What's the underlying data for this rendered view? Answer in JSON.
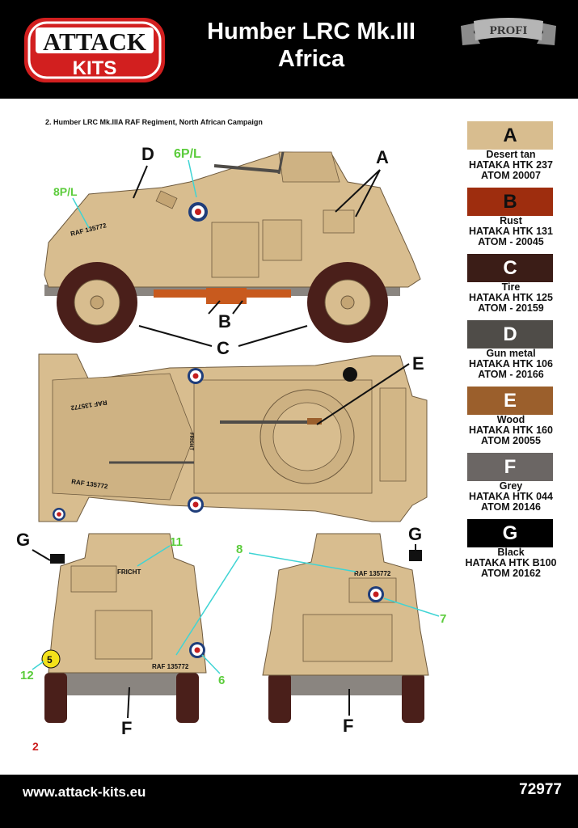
{
  "logo": {
    "top": "ATTACK",
    "bottom": "KITS"
  },
  "title": {
    "line1": "Humber LRC Mk.III",
    "line2": "Africa"
  },
  "badge": "PROFI",
  "subtitle": "2.  Humber LRC Mk.IIIA RAF Regiment, North African Campaign",
  "swatches": [
    {
      "letter": "A",
      "color": "#d8bd8f",
      "lines": [
        "Desert tan",
        "HATAKA HTK 237",
        "ATOM 20007"
      ]
    },
    {
      "letter": "B",
      "color": "#9e2d0e",
      "lines": [
        "Rust",
        "HATAKA HTK 131",
        "ATOM - 20045"
      ]
    },
    {
      "letter": "C",
      "color": "#3b1d17",
      "lines": [
        "Tire",
        "HATAKA HTK 125",
        "ATOM - 20159"
      ]
    },
    {
      "letter": "D",
      "color": "#4f4c48",
      "lines": [
        "Gun metal",
        "HATAKA HTK 106",
        "ATOM - 20166"
      ]
    },
    {
      "letter": "E",
      "color": "#9b5f2c",
      "lines": [
        "Wood",
        "HATAKA HTK 160",
        "ATOM 20055"
      ]
    },
    {
      "letter": "F",
      "color": "#6b6664",
      "lines": [
        "Grey",
        "HATAKA HTK 044",
        "ATOM 20146"
      ]
    },
    {
      "letter": "G",
      "color": "#000000",
      "lines": [
        "Black",
        "HATAKA HTK B100",
        "ATOM 20162"
      ]
    }
  ],
  "labels": {
    "A": "A",
    "B": "B",
    "C": "C",
    "D": "D",
    "E": "E",
    "F": "F",
    "G": "G",
    "decal_6pl": "6P/L",
    "decal_8pl": "8P/L",
    "decal_11": "11",
    "decal_8": "8",
    "decal_7": "7",
    "decal_6": "6",
    "decal_12": "12",
    "decal_5": "5"
  },
  "markings": {
    "serial": "RAF 135772",
    "fricht": "FRICHT"
  },
  "page_number": "2",
  "footer": {
    "url": "www.attack-kits.eu",
    "code": "72977"
  },
  "colors": {
    "tan": "#d8bd8f",
    "tan_dark": "#c4a574",
    "rust": "#c85a1e",
    "tire": "#4a1f1a",
    "green": "#5ccc3c",
    "cyan": "#3fd4d4",
    "red": "#cc1f1f",
    "roundel_blue": "#1f3d7a",
    "roundel_red": "#c41e1e"
  }
}
